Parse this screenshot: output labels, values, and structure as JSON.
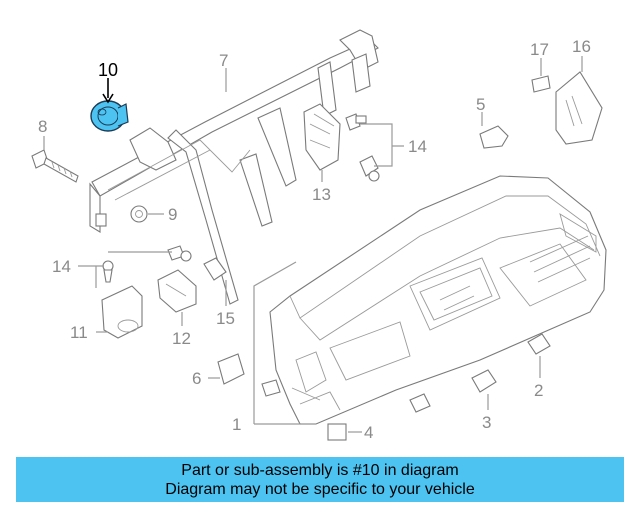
{
  "callouts": {
    "c1": "1",
    "c2": "2",
    "c3": "3",
    "c4": "4",
    "c5": "5",
    "c6": "6",
    "c7": "7",
    "c8": "8",
    "c9": "9",
    "c10": "10",
    "c11": "11",
    "c12": "12",
    "c13": "13",
    "c14a": "14",
    "c14b": "14",
    "c15": "15",
    "c16": "16",
    "c17": "17"
  },
  "highlight_color": "#4cc3f1",
  "banner": {
    "line1": "Part or sub-assembly is #10 in diagram",
    "line2": "Diagram may not be specific to your vehicle"
  }
}
